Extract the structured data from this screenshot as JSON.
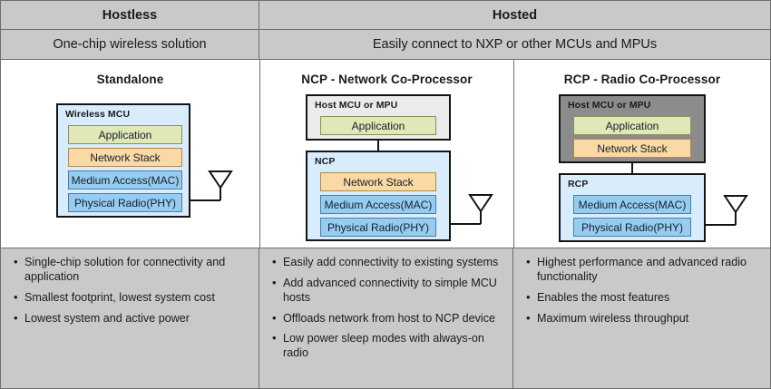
{
  "header": {
    "row1": {
      "hostless": "Hostless",
      "hosted": "Hosted"
    },
    "row2": {
      "hostless": "One-chip wireless solution",
      "hosted": "Easily connect to NXP or other MCUs and MPUs"
    }
  },
  "columns": {
    "standalone": {
      "title": "Standalone",
      "box": {
        "caption": "Wireless MCU"
      },
      "layers": [
        {
          "label": "Application",
          "kind": "application"
        },
        {
          "label": "Network Stack",
          "kind": "network-stack"
        },
        {
          "label": "Medium Access(MAC)",
          "kind": "mac"
        },
        {
          "label": "Physical Radio(PHY)",
          "kind": "phy"
        }
      ],
      "bullets": [
        "Single-chip solution for connectivity and application",
        "Smallest footprint, lowest system cost",
        "Lowest system and active power"
      ]
    },
    "ncp": {
      "title": "NCP - Network Co-Processor",
      "host_box": {
        "caption": "Host MCU or MPU",
        "layers": [
          {
            "label": "Application",
            "kind": "application"
          }
        ]
      },
      "cp_box": {
        "caption": "NCP",
        "layers": [
          {
            "label": "Network Stack",
            "kind": "network-stack"
          },
          {
            "label": "Medium Access(MAC)",
            "kind": "mac"
          },
          {
            "label": "Physical Radio(PHY)",
            "kind": "phy"
          }
        ]
      },
      "bullets": [
        "Easily add connectivity to existing systems",
        "Add advanced connectivity to simple MCU hosts",
        "Offloads network from host to NCP device",
        "Low power sleep modes with always-on radio"
      ]
    },
    "rcp": {
      "title": "RCP - Radio Co-Processor",
      "host_box": {
        "caption": "Host MCU or MPU",
        "layers": [
          {
            "label": "Application",
            "kind": "application"
          },
          {
            "label": "Network Stack",
            "kind": "network-stack"
          }
        ]
      },
      "cp_box": {
        "caption": "RCP",
        "layers": [
          {
            "label": "Medium Access(MAC)",
            "kind": "mac"
          },
          {
            "label": "Physical Radio(PHY)",
            "kind": "phy"
          }
        ]
      },
      "bullets": [
        "Highest performance and advanced radio functionality",
        "Enables the most features",
        "Maximum wireless throughput"
      ]
    }
  },
  "colors": {
    "header_bg": "#c9c9c9",
    "bullets_bg": "#c9c9c9",
    "border": "#6e6e6e",
    "box_border": "#141414",
    "application": "#dfe8b6",
    "network_stack": "#fbd9a5",
    "radio_blue": "#96ccf0",
    "container_blue": "#d9ecfb",
    "host_gray_light": "#ebebeb",
    "host_gray_dark": "#8c8c8c"
  },
  "icons": {
    "antenna": "antenna-icon"
  }
}
